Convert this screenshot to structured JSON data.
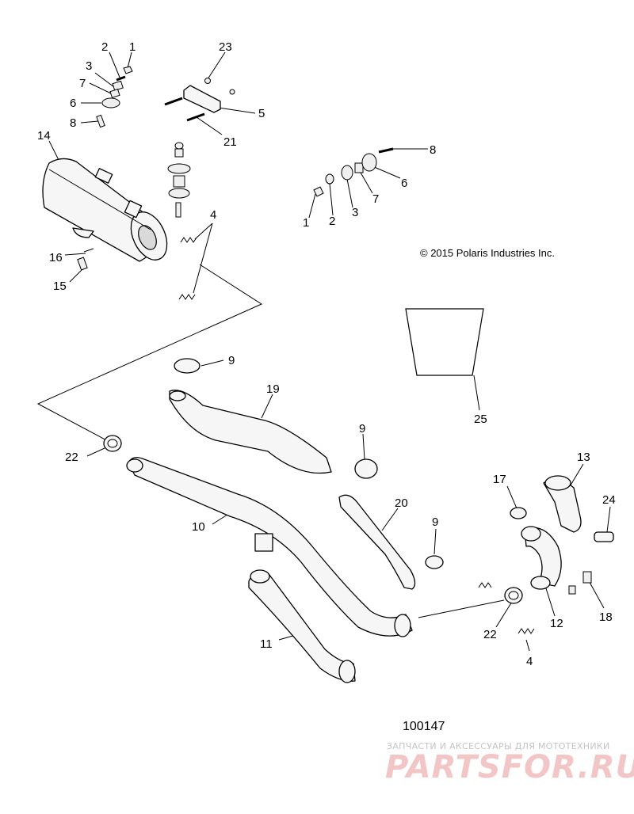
{
  "copyright": "© 2015 Polaris Industries Inc.",
  "diagram_number": "100147",
  "watermark": {
    "tagline": "ЗАПЧАСТИ И АКСЕССУАРЫ ДЛЯ МОТОТЕХНИКИ",
    "brand": "PARTSFOR.RU"
  },
  "callouts": {
    "c1a": "1",
    "c2a": "2",
    "c3a": "3",
    "c7a": "7",
    "c6a": "6",
    "c8a": "8",
    "c23": "23",
    "c5": "5",
    "c21": "21",
    "c14": "14",
    "c4a": "4",
    "c16": "16",
    "c15": "15",
    "c8b": "8",
    "c6b": "6",
    "c7b": "7",
    "c3b": "3",
    "c2b": "2",
    "c1b": "1",
    "c9a": "9",
    "c19": "19",
    "c25": "25",
    "c9b": "9",
    "c22a": "22",
    "c10": "10",
    "c17": "17",
    "c13": "13",
    "c20": "20",
    "c9c": "9",
    "c24": "24",
    "c11": "11",
    "c22b": "22",
    "c12": "12",
    "c18": "18",
    "c4b": "4"
  }
}
